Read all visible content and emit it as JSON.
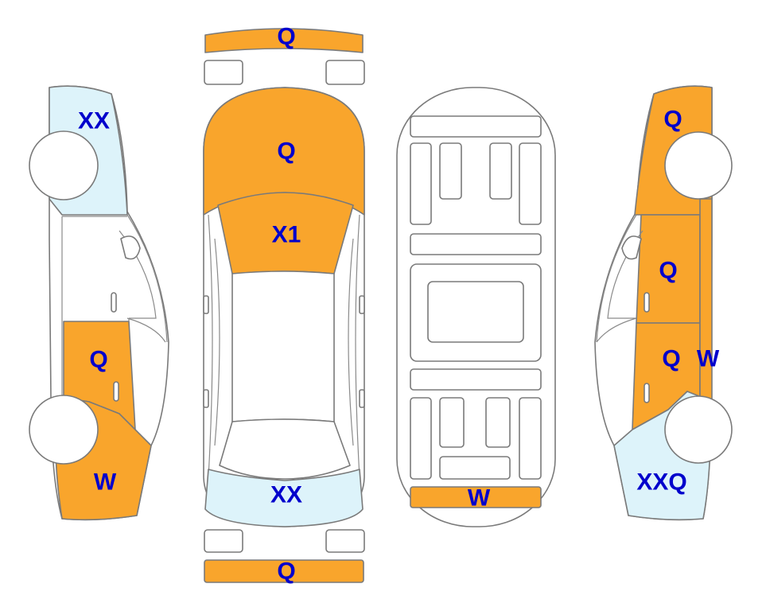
{
  "colors": {
    "damage_orange": "#F9A52C",
    "light_blue": "#DDF3FA",
    "code_text": "#0000CC",
    "outline": "#7a7a7a",
    "background": "#FFFFFF"
  },
  "labels": {
    "front_bumper": "Q",
    "hood": "Q",
    "windshield": "X1",
    "rear_glass": "XX",
    "rear_bumper": "Q",
    "underbody_rear": "W",
    "left_front": "XX",
    "left_rear_door": "Q",
    "left_rear_quarter": "W",
    "right_front": "Q",
    "right_front_door": "Q",
    "right_rear_door": "Q",
    "right_rocker": "W",
    "right_rear_quarter": "XXQ"
  }
}
